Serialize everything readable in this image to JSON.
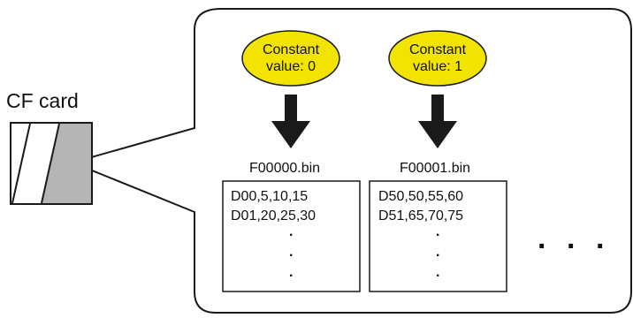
{
  "cf_card": {
    "label": "CF card"
  },
  "constants": [
    {
      "line1": "Constant",
      "line2": "value: 0"
    },
    {
      "line1": "Constant",
      "line2": "value: 1"
    }
  ],
  "files": [
    {
      "name": "F00000.bin",
      "rows": [
        "D00,5,10,15",
        "D01,20,25,30"
      ],
      "vdots": [
        ".",
        ".",
        "."
      ]
    },
    {
      "name": "F00001.bin",
      "rows": [
        "D50,50,55,60",
        "D51,65,70,75"
      ],
      "vdots": [
        ".",
        ".",
        "."
      ]
    }
  ],
  "more": [
    ".",
    ".",
    "."
  ],
  "colors": {
    "badge_fill": "#f2e400",
    "card_gray": "#b5b5b5",
    "stroke": "#1a1a1a"
  }
}
